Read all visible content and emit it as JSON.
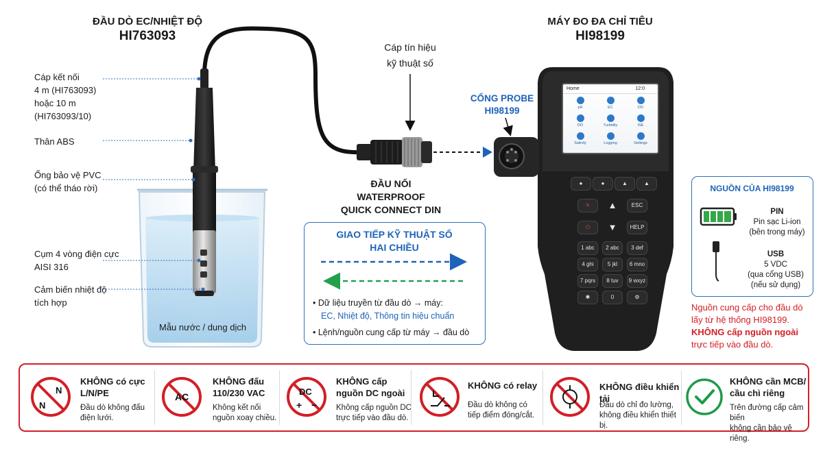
{
  "probe": {
    "title": "ĐẦU DÒ EC/NHIỆT ĐỘ",
    "model": "HI763093",
    "cable_label": [
      "Cáp kết nối",
      "4 m (HI763093)",
      "hoặc 10 m",
      "(HI763093/10)"
    ],
    "body_label": "Thân ABS",
    "guard_label": [
      "Ống bảo vệ PVC",
      "(có thể tháo rời)"
    ],
    "electrode_label": [
      "Cụm 4 vòng điện cực",
      "AISI 316"
    ],
    "temp_label": [
      "Cảm biến nhiệt độ",
      "tích hợp"
    ],
    "beaker_label": "Mẫu nước / dung dịch"
  },
  "signal_cable": {
    "label": [
      "Cáp tín hiệu",
      "kỹ thuật số"
    ]
  },
  "connector": {
    "label": [
      "ĐẦU NỐI",
      "WATERPROOF",
      "QUICK CONNECT DIN"
    ]
  },
  "probe_port": {
    "label": [
      "CỔNG PROBE",
      "HI98199"
    ]
  },
  "meter": {
    "title": "MÁY ĐO ĐA CHỈ TIÊU",
    "model": "HI98199",
    "screen": {
      "header_left": "Home",
      "header_right": "12:0",
      "icons": [
        "pH",
        "EC",
        "DO",
        "DO",
        "Turbidity",
        "ISE",
        "Salinity",
        "Logging",
        "Settings"
      ]
    },
    "keypad": {
      "esc": "ESC",
      "help": "HELP",
      "rows": [
        [
          "1 abc",
          "2 abc",
          "3 def"
        ],
        [
          "4 ghi",
          "5 jkl",
          "6 mno"
        ],
        [
          "7 pqrs",
          "8 tuv",
          "9 wxyz"
        ]
      ]
    }
  },
  "digital_comm": {
    "title": [
      "GIAO TIẾP KỸ THUẬT SỐ",
      "HAI CHIỀU"
    ],
    "bullet1": [
      "Dữ liệu truyền từ đầu dò → máy:",
      "EC, Nhiệt độ, Thông tin hiệu chuẩn"
    ],
    "bullet2": "Lệnh/nguồn cung cấp từ máy → đầu dò",
    "arrow_colors": {
      "forward": "#1e63b8",
      "back": "#22a04a"
    }
  },
  "power": {
    "title": "NGUỒN CỦA HI98199",
    "battery": {
      "name": "PIN",
      "desc": [
        "Pin sạc Li-ion",
        "(bên trong máy)"
      ]
    },
    "usb": {
      "name": "USB",
      "desc": [
        "5 VDC",
        "(qua cổng USB)",
        "(nếu sử dụng)"
      ]
    },
    "note": [
      "Nguồn cung cấp cho đầu dò",
      "lấy từ hệ thống HI98199.",
      "KHÔNG cấp nguồn ngoài",
      "trực tiếp vào đầu dò."
    ]
  },
  "warnings": [
    {
      "icon": "no-line-neutral-icon",
      "icon_text": [
        "N",
        "N"
      ],
      "title": [
        "KHÔNG có cực",
        "L/N/PE"
      ],
      "desc": [
        "Đầu dò không đấu",
        "điện lưới."
      ]
    },
    {
      "icon": "no-ac-icon",
      "icon_text": [
        "AC"
      ],
      "title": [
        "KHÔNG đấu",
        "110/230 VAC"
      ],
      "desc": [
        "Không kết nối",
        "nguồn xoay chiều."
      ]
    },
    {
      "icon": "no-dc-icon",
      "icon_text": [
        "DC",
        "+",
        "−"
      ],
      "title": [
        "KHÔNG cấp",
        "nguồn DC ngoài"
      ],
      "desc": [
        "Không cấp nguồn DC",
        "trực tiếp vào đầu dò."
      ]
    },
    {
      "icon": "no-relay-icon",
      "icon_text": [],
      "title": [
        "KHÔNG có relay"
      ],
      "desc": [
        "Đầu dò không có",
        "tiếp điểm đóng/cắt."
      ]
    },
    {
      "icon": "no-load-control-icon",
      "icon_text": [],
      "title": [
        "KHÔNG điều khiển tải"
      ],
      "desc": [
        "Đầu dò chỉ đo lường,",
        "không điều khiển thiết bị."
      ]
    },
    {
      "icon": "check-icon",
      "icon_text": [],
      "title": [
        "KHÔNG cần MCB/",
        "cầu chì riêng"
      ],
      "desc": [
        "Trên đường cấp cảm biến",
        "không cần bảo vệ riêng."
      ]
    }
  ],
  "colors": {
    "accent_blue": "#1e63b8",
    "alert_red": "#d21f26",
    "ok_green": "#1f9a4a"
  }
}
